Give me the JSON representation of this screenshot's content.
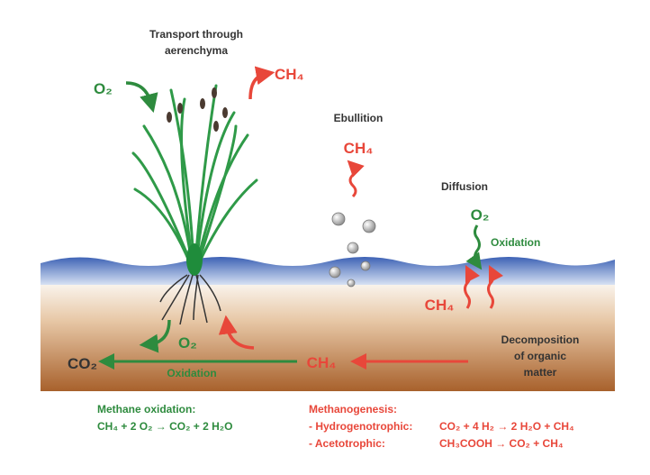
{
  "colors": {
    "green": "#2e8b3e",
    "red": "#e8473a",
    "water": "#4f74c0",
    "soil": "#b5703a"
  },
  "plant": {
    "title_line1": "Transport through",
    "title_line2": "aerenchyma",
    "o2": "O₂",
    "ch4": "CH₄"
  },
  "ebullition": {
    "title": "Ebullition",
    "ch4": "CH₄"
  },
  "diffusion": {
    "title": "Diffusion",
    "o2": "O₂",
    "oxidation": "Oxidation",
    "ch4": "CH₄"
  },
  "soil": {
    "o2": "O₂",
    "co2": "CO₂",
    "oxidation": "Oxidation",
    "ch4": "CH₄",
    "decomposition_line1": "Decomposition",
    "decomposition_line2": "of organic",
    "decomposition_line3": "matter"
  },
  "legend": {
    "oxidation_title": "Methane oxidation:",
    "oxidation_formula": "CH₄ + 2 O₂ → CO₂ + 2 H₂O",
    "methanogenesis_title": "Methanogenesis:",
    "hydro_label": "- Hydrogenotrophic:",
    "hydro_formula": "CO₂ + 4 H₂ → 2 H₂O + CH₄",
    "aceto_label": "- Acetotrophic:",
    "aceto_formula": "CH₃COOH → CO₂ + CH₄"
  }
}
